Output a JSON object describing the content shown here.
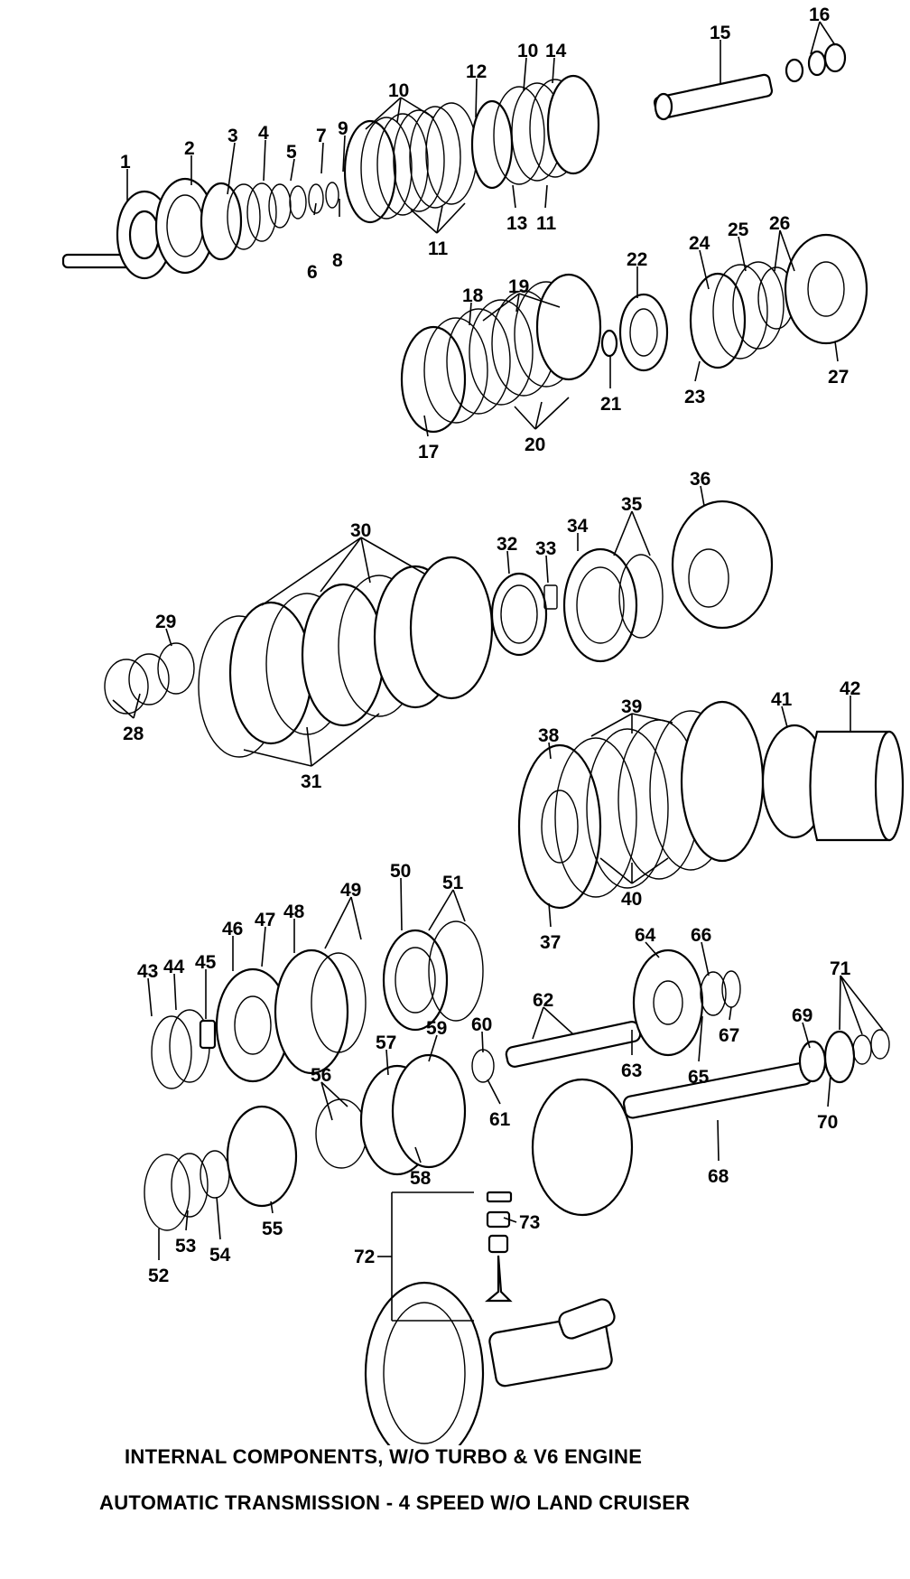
{
  "diagram": {
    "caption_line_1": "INTERNAL COMPONENTS, W/O TURBO & V6 ENGINE",
    "caption_line_2": "AUTOMATIC TRANSMISSION - 4 SPEED W/O LAND CRUISER",
    "callouts": [
      "1",
      "2",
      "3",
      "4",
      "5",
      "6",
      "7",
      "8",
      "9",
      "10",
      "10",
      "11",
      "11",
      "12",
      "13",
      "14",
      "15",
      "16",
      "17",
      "18",
      "19",
      "20",
      "21",
      "22",
      "23",
      "24",
      "25",
      "26",
      "27",
      "28",
      "29",
      "30",
      "31",
      "32",
      "33",
      "34",
      "35",
      "36",
      "37",
      "38",
      "39",
      "40",
      "41",
      "42",
      "43",
      "44",
      "45",
      "46",
      "47",
      "48",
      "49",
      "50",
      "51",
      "52",
      "53",
      "54",
      "55",
      "56",
      "57",
      "58",
      "59",
      "60",
      "61",
      "62",
      "63",
      "64",
      "65",
      "66",
      "67",
      "68",
      "69",
      "70",
      "71",
      "72",
      "73"
    ]
  }
}
